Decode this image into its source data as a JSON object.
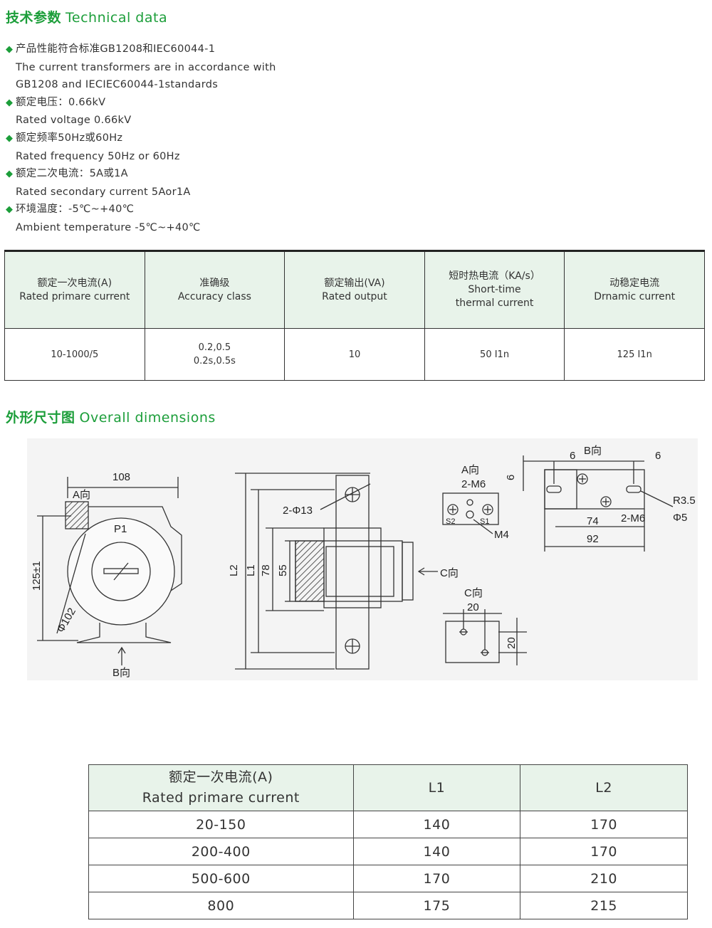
{
  "technical_title": {
    "cn": "技术参数",
    "en": "Technical data"
  },
  "specs": [
    {
      "lines": [
        "产品性能符合标准GB1208和IEC60044-1",
        "The current transformers are in accordance with",
        "GB1208 and IECIEC60044-1standards"
      ]
    },
    {
      "lines": [
        "额定电压：0.66kV",
        "Rated voltage  0.66kV"
      ]
    },
    {
      "lines": [
        "额定频率50Hz或60Hz",
        "Rated frequency 50Hz or 60Hz"
      ]
    },
    {
      "lines": [
        "额定二次电流：5A或1A",
        "Rated secondary current 5Aor1A"
      ]
    },
    {
      "lines": [
        "环境温度：-5℃~+40℃",
        "Ambient temperature -5℃~+40℃"
      ]
    }
  ],
  "tech_table": {
    "headers": [
      [
        "额定一次电流(A)",
        "Rated primare current"
      ],
      [
        "准确级",
        "Accuracy class"
      ],
      [
        "额定输出(VA)",
        "Rated output"
      ],
      [
        "短时热电流（KA/s）",
        "Short-time",
        "thermal current"
      ],
      [
        "动稳定电流",
        "Drnamic current"
      ]
    ],
    "row": [
      [
        "10-1000/5"
      ],
      [
        "0.2,0.5",
        "0.2s,0.5s"
      ],
      [
        "10"
      ],
      [
        "50 I1n"
      ],
      [
        "125 I1n"
      ]
    ]
  },
  "dimensions_title": {
    "cn": "外形尺寸图",
    "en": "Overall dimensions"
  },
  "drawing_labels": {
    "d108": "108",
    "a_dir": "A向",
    "p1": "P1",
    "h125": "125±1",
    "phi102": "Φ102",
    "b_dir": "B向",
    "phi13": "2-Φ13",
    "l2": "L2",
    "l1": "L1",
    "d78": "78",
    "d55": "55",
    "c_dir_arrow": "C向",
    "a_dir2": "A向",
    "m6": "2-M6",
    "s2": "S2",
    "s1": "S1",
    "m4": "M4",
    "six_a": "6",
    "six_b": "6",
    "six_c": "6",
    "b_dir2": "B向",
    "r35": "R3.5",
    "phi5": "Φ5",
    "d74": "74",
    "m6b": "2-M6",
    "d92": "92",
    "c_dir": "C向",
    "d20a": "20",
    "d20b": "20"
  },
  "dim_table": {
    "headers": [
      [
        "额定一次电流(A)",
        "Rated primare current"
      ],
      [
        "L1"
      ],
      [
        "L2"
      ]
    ],
    "rows": [
      [
        "20-150",
        "140",
        "170"
      ],
      [
        "200-400",
        "140",
        "170"
      ],
      [
        "500-600",
        "170",
        "210"
      ],
      [
        "800",
        "175",
        "215"
      ]
    ]
  },
  "colors": {
    "accent": "#1c9e3a",
    "header_bg": "#e8f3ea"
  }
}
